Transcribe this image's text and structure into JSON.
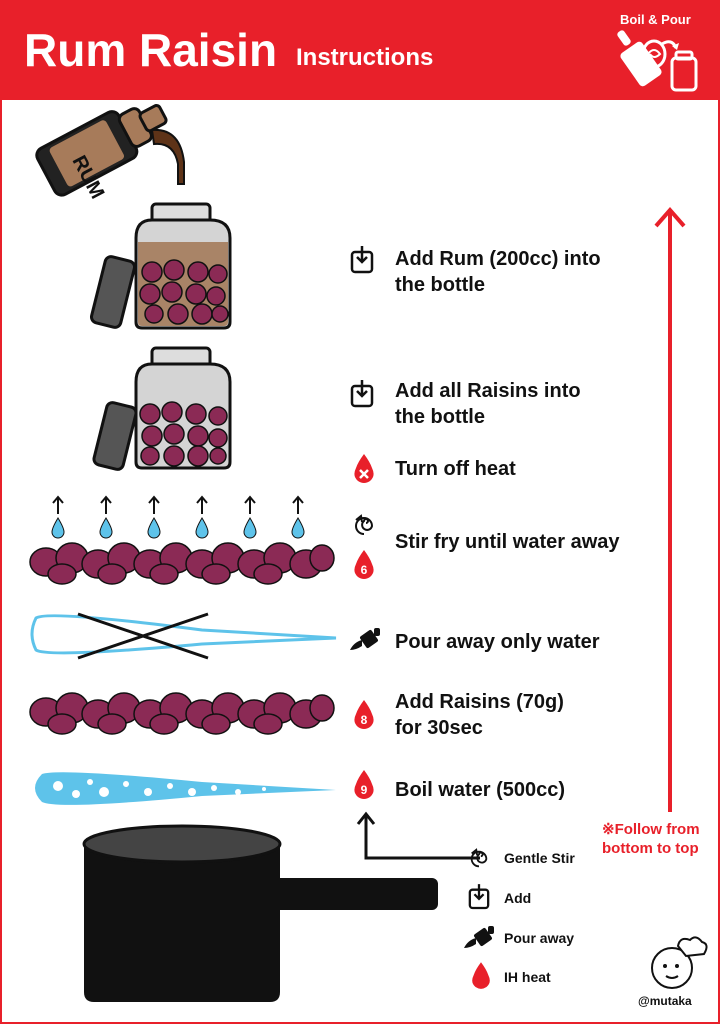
{
  "header": {
    "title": "Rum Raisin",
    "subtitle": "Instructions",
    "badge": "Boil & Pour"
  },
  "steps": [
    {
      "icon": "add-icon",
      "text_lines": [
        "Add Rum (200cc) into",
        "the bottle"
      ]
    },
    {
      "icon": "add-icon",
      "text_lines": [
        "Add all Raisins into",
        "the bottle"
      ]
    },
    {
      "icon": "heat-off-icon",
      "text_lines": [
        "Turn off heat"
      ]
    },
    {
      "icon": "stir-and-heat-icon",
      "heat_level": "6",
      "text_lines": [
        "Stir fry until water away"
      ]
    },
    {
      "icon": "pour-away-icon",
      "text_lines": [
        "Pour away only water"
      ]
    },
    {
      "icon": "heat-icon",
      "heat_level": "8",
      "text_lines": [
        "Add Raisins (70g)",
        "for 30sec"
      ]
    },
    {
      "icon": "heat-icon",
      "heat_level": "9",
      "text_lines": [
        "Boil water (500cc)"
      ]
    }
  ],
  "bottle_label": "RUM",
  "note_lines": [
    "※Follow from",
    "bottom to top"
  ],
  "legend": [
    {
      "icon": "stir-icon",
      "label": "Gentle Stir"
    },
    {
      "icon": "add-icon",
      "label": "Add"
    },
    {
      "icon": "pour-away-icon",
      "label": "Pour away"
    },
    {
      "icon": "heat-icon",
      "label": "IH heat"
    }
  ],
  "author": "@mutaka",
  "colors": {
    "brand_red": "#e8202a",
    "raisin": "#8b2a55",
    "water": "#5ec3ea",
    "rum": "#7a4a2e",
    "pot": "#111111"
  }
}
